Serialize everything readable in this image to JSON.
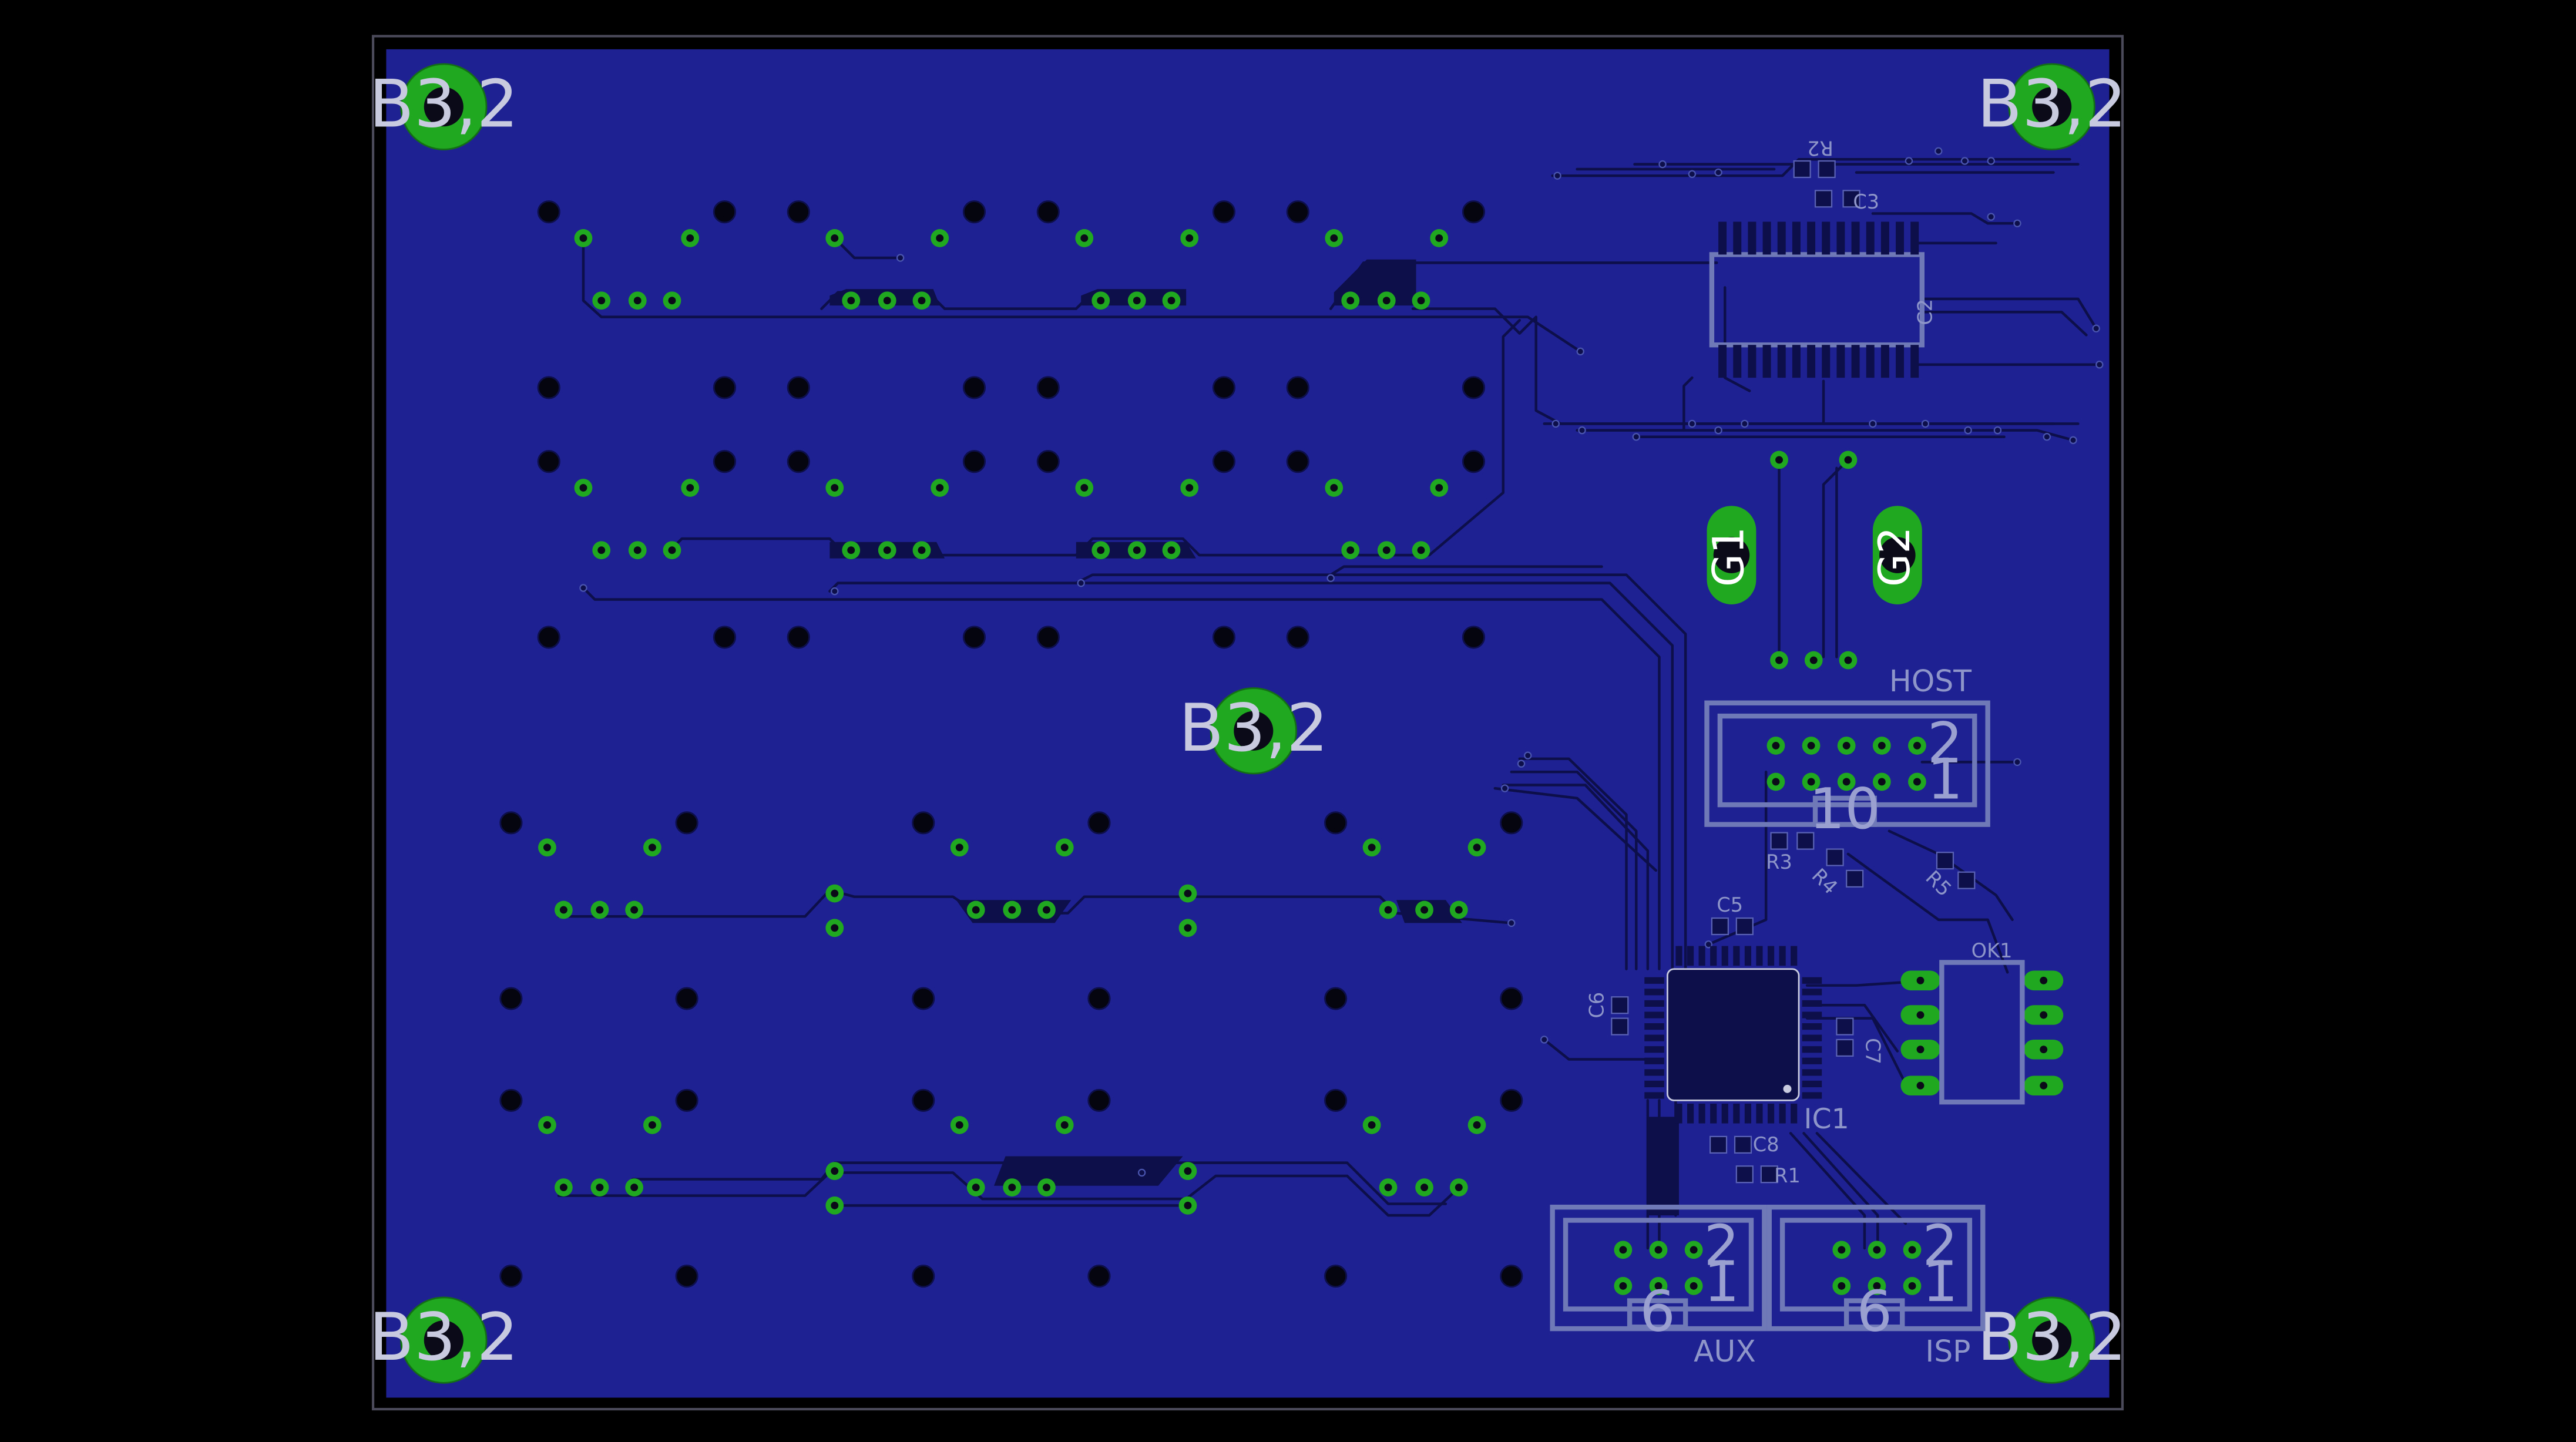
{
  "colors": {
    "background": "#000000",
    "board": "#1e2192",
    "board_outline": "#4a4a5a",
    "copper_trace": "#0d0f4a",
    "pad": "#21a821",
    "hole": "#050510",
    "silkscreen": "#8e96c9"
  },
  "mounting_hole_label": "B3,2",
  "oscillators": [
    "G1",
    "G2"
  ],
  "labels": {
    "r2": "R2",
    "c3": "C3",
    "c2": "C2",
    "host": "HOST",
    "host_pin2": "2",
    "host_pin1": "1",
    "host_pin10": "10",
    "r3": "R3",
    "r4": "R4",
    "r5": "R5",
    "c5": "C5",
    "ok1": "OK1",
    "c6": "C6",
    "c7": "C7",
    "ic1": "IC1",
    "c8": "C8",
    "r1": "R1",
    "aux": "AUX",
    "aux_pin2": "2",
    "aux_pin1": "1",
    "aux_pin6": "6",
    "isp": "ISP",
    "isp_pin2": "2",
    "isp_pin1": "1",
    "isp_pin6": "6"
  },
  "icons": [
    "mounting-hole-icon",
    "via-icon",
    "pad-icon",
    "ic-footprint-icon",
    "oscillator-icon"
  ]
}
